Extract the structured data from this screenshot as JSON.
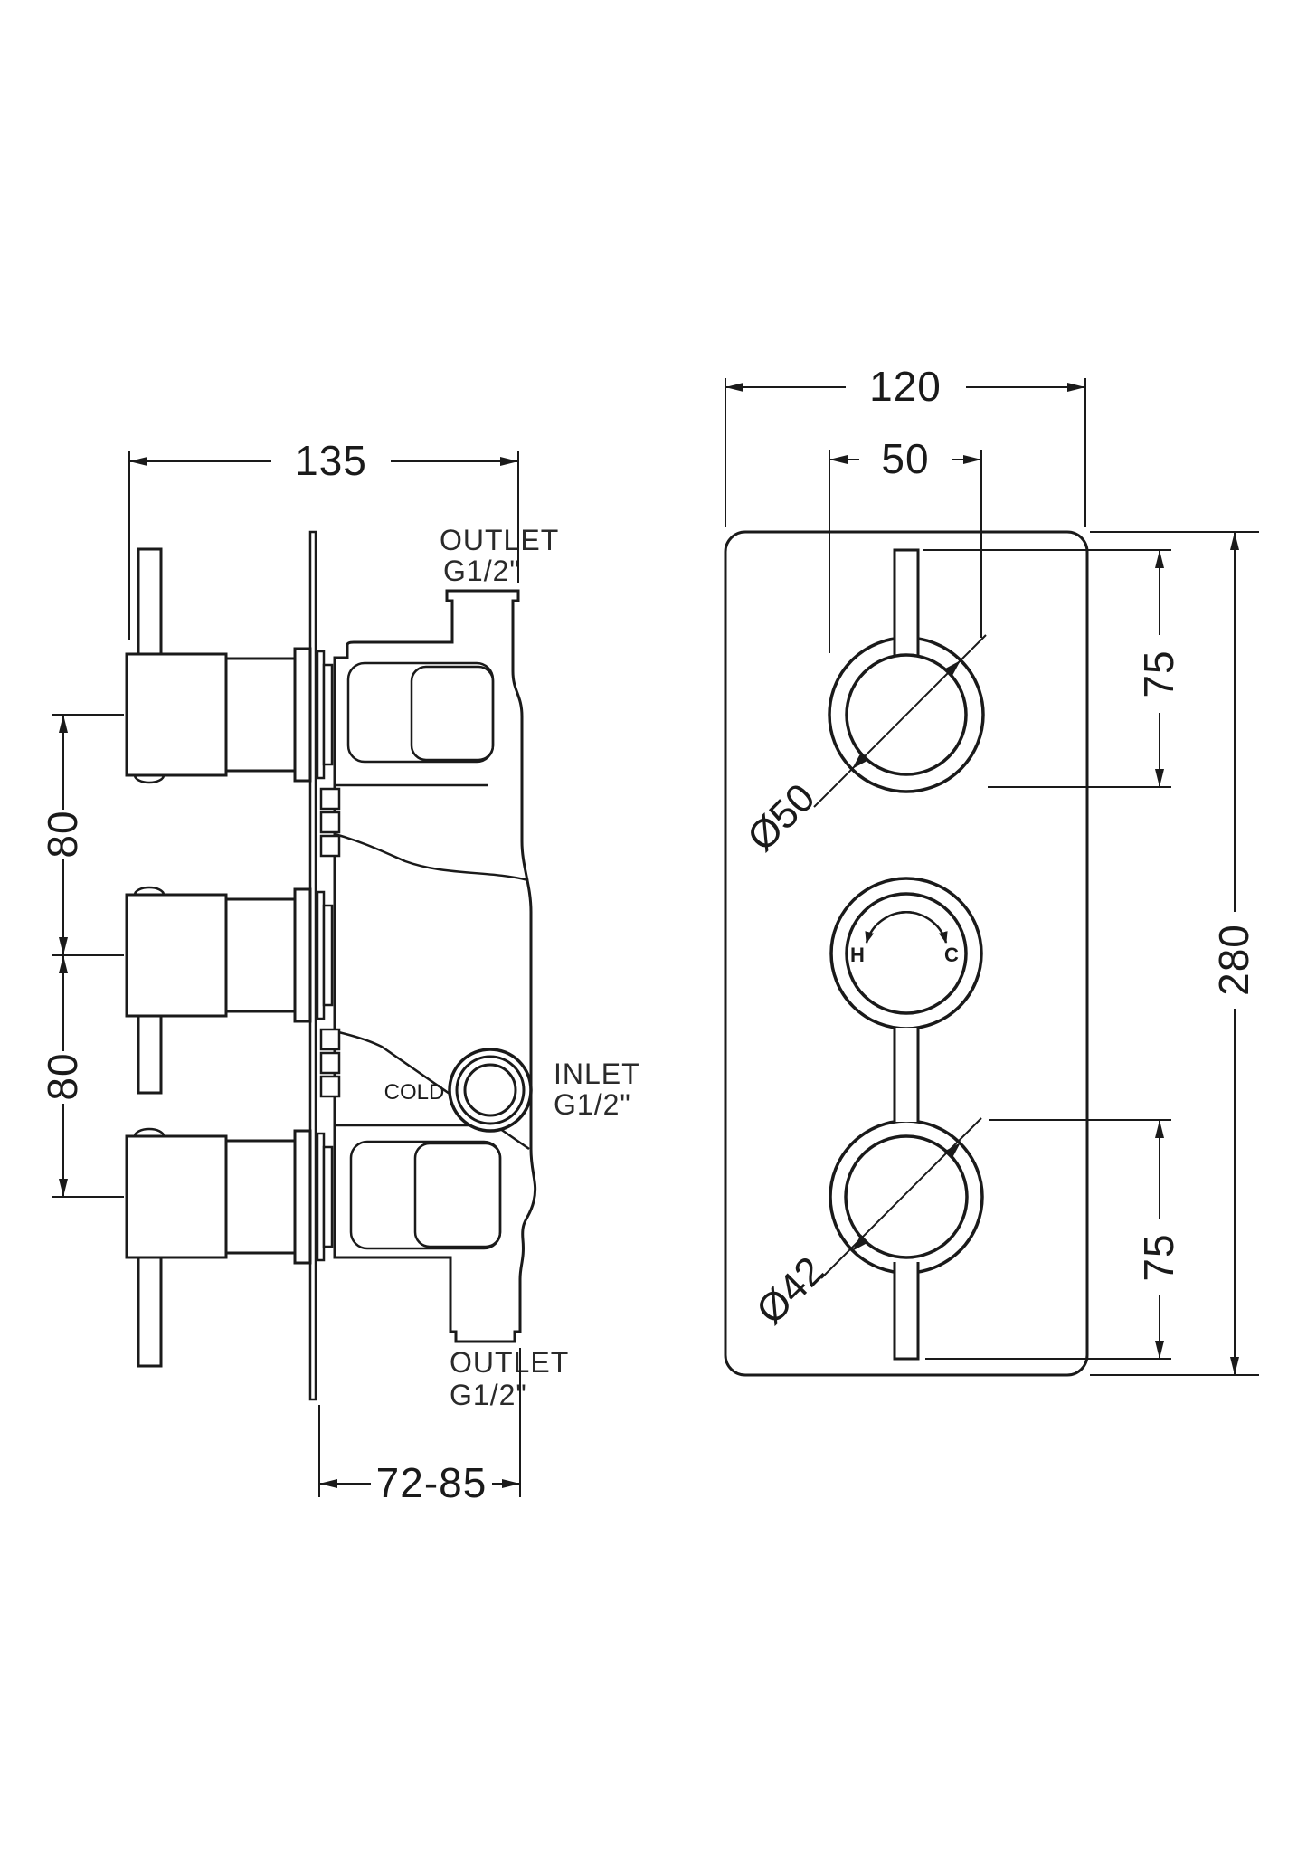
{
  "colors": {
    "line": "#1a1a1a",
    "background": "#ffffff"
  },
  "side": {
    "dim_width": "135",
    "dim_gap_top": "80",
    "dim_gap_bottom": "80",
    "dim_depth": "72-85",
    "outlet_top": {
      "l1": "OUTLET",
      "l2": "G1/2\""
    },
    "outlet_bottom": {
      "l1": "OUTLET",
      "l2": "G1/2\""
    },
    "inlet": {
      "l1": "INLET",
      "l2": "G1/2\""
    },
    "cold": "COLD"
  },
  "front": {
    "dim_width": "120",
    "dim_knob": "50",
    "dim_gap_top": "75",
    "dim_gap_bottom": "75",
    "dim_height": "280",
    "dia_top": "Ø50",
    "dia_bottom": "Ø42",
    "hot": "H",
    "cold": "C"
  }
}
